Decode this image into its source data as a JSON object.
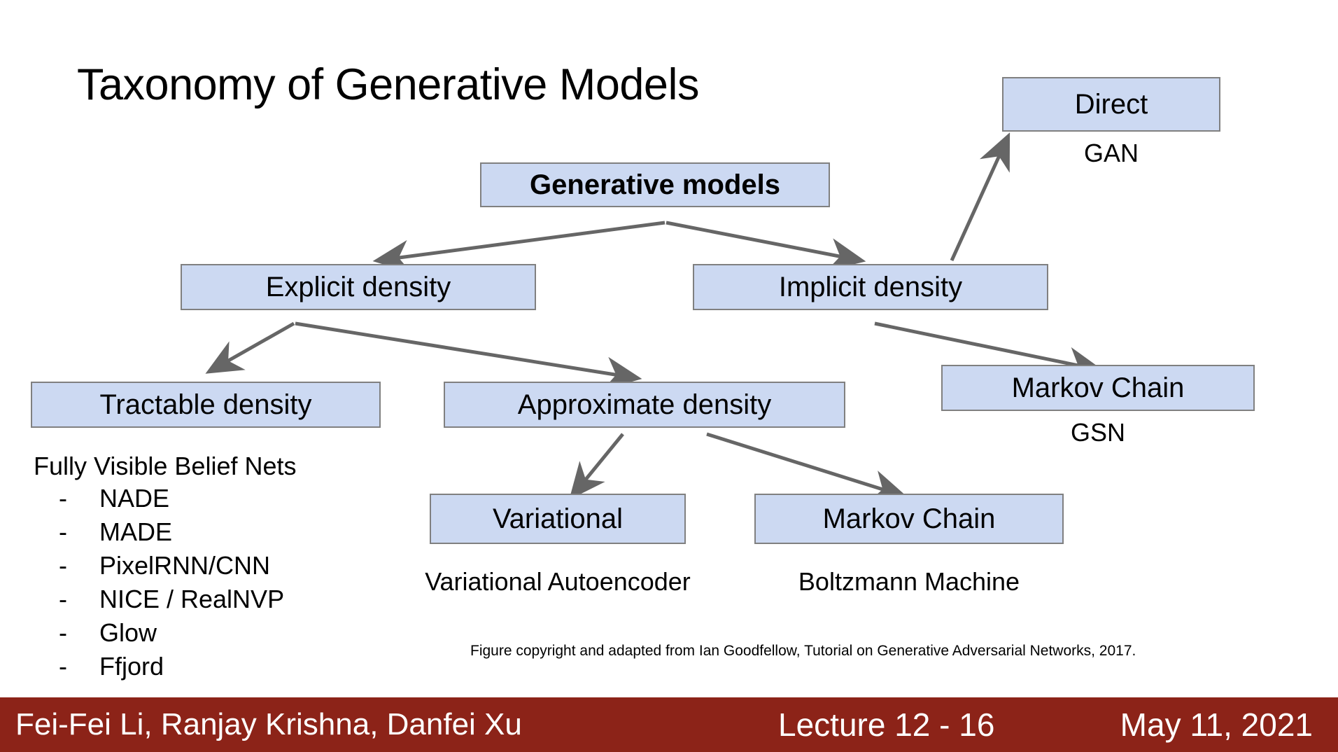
{
  "slide": {
    "title": "Taxonomy of Generative Models",
    "figure_credit": "Figure copyright and adapted from Ian Goodfellow, Tutorial on Generative Adversarial Networks, 2017.",
    "colors": {
      "node_fill": "#ccd9f2",
      "node_border": "#808080",
      "arrow": "#666666",
      "footer_bg": "#8c2318",
      "footer_text": "#ffffff",
      "text": "#000000"
    }
  },
  "diagram": {
    "type": "tree",
    "nodes": [
      {
        "id": "generative-models",
        "label": "Generative models",
        "bold": true
      },
      {
        "id": "explicit-density",
        "label": "Explicit density",
        "bold": false
      },
      {
        "id": "implicit-density",
        "label": "Implicit density",
        "bold": false
      },
      {
        "id": "tractable-density",
        "label": "Tractable density",
        "bold": false
      },
      {
        "id": "approximate-density",
        "label": "Approximate density",
        "bold": false
      },
      {
        "id": "direct",
        "label": "Direct",
        "bold": false
      },
      {
        "id": "markov-chain-right",
        "label": "Markov Chain",
        "bold": false
      },
      {
        "id": "variational",
        "label": "Variational",
        "bold": false
      },
      {
        "id": "markov-chain-bottom",
        "label": "Markov Chain",
        "bold": false
      }
    ],
    "captions": [
      {
        "for": "direct",
        "label": "GAN"
      },
      {
        "for": "markov-chain-right",
        "label": "GSN"
      },
      {
        "for": "variational",
        "label": "Variational Autoencoder"
      },
      {
        "for": "markov-chain-bottom",
        "label": "Boltzmann Machine"
      }
    ],
    "edges": [
      {
        "from": "generative-models",
        "to": "explicit-density"
      },
      {
        "from": "generative-models",
        "to": "implicit-density"
      },
      {
        "from": "explicit-density",
        "to": "tractable-density"
      },
      {
        "from": "explicit-density",
        "to": "approximate-density"
      },
      {
        "from": "implicit-density",
        "to": "direct"
      },
      {
        "from": "implicit-density",
        "to": "markov-chain-right"
      },
      {
        "from": "approximate-density",
        "to": "variational"
      },
      {
        "from": "approximate-density",
        "to": "markov-chain-bottom"
      }
    ]
  },
  "tractable_list": {
    "title": "Fully Visible Belief Nets",
    "items": [
      {
        "dash": "-",
        "label": "NADE"
      },
      {
        "dash": "-",
        "label": "MADE"
      },
      {
        "dash": "-",
        "label": "PixelRNN/CNN"
      },
      {
        "dash": "-",
        "label": "NICE / RealNVP"
      },
      {
        "dash": "-",
        "label": "Glow"
      },
      {
        "dash": "-",
        "label": "Ffjord"
      }
    ]
  },
  "footer": {
    "authors": "Fei-Fei Li, Ranjay Krishna, Danfei Xu",
    "lecture": "Lecture 12 -  16",
    "date": "May 11, 2021"
  }
}
